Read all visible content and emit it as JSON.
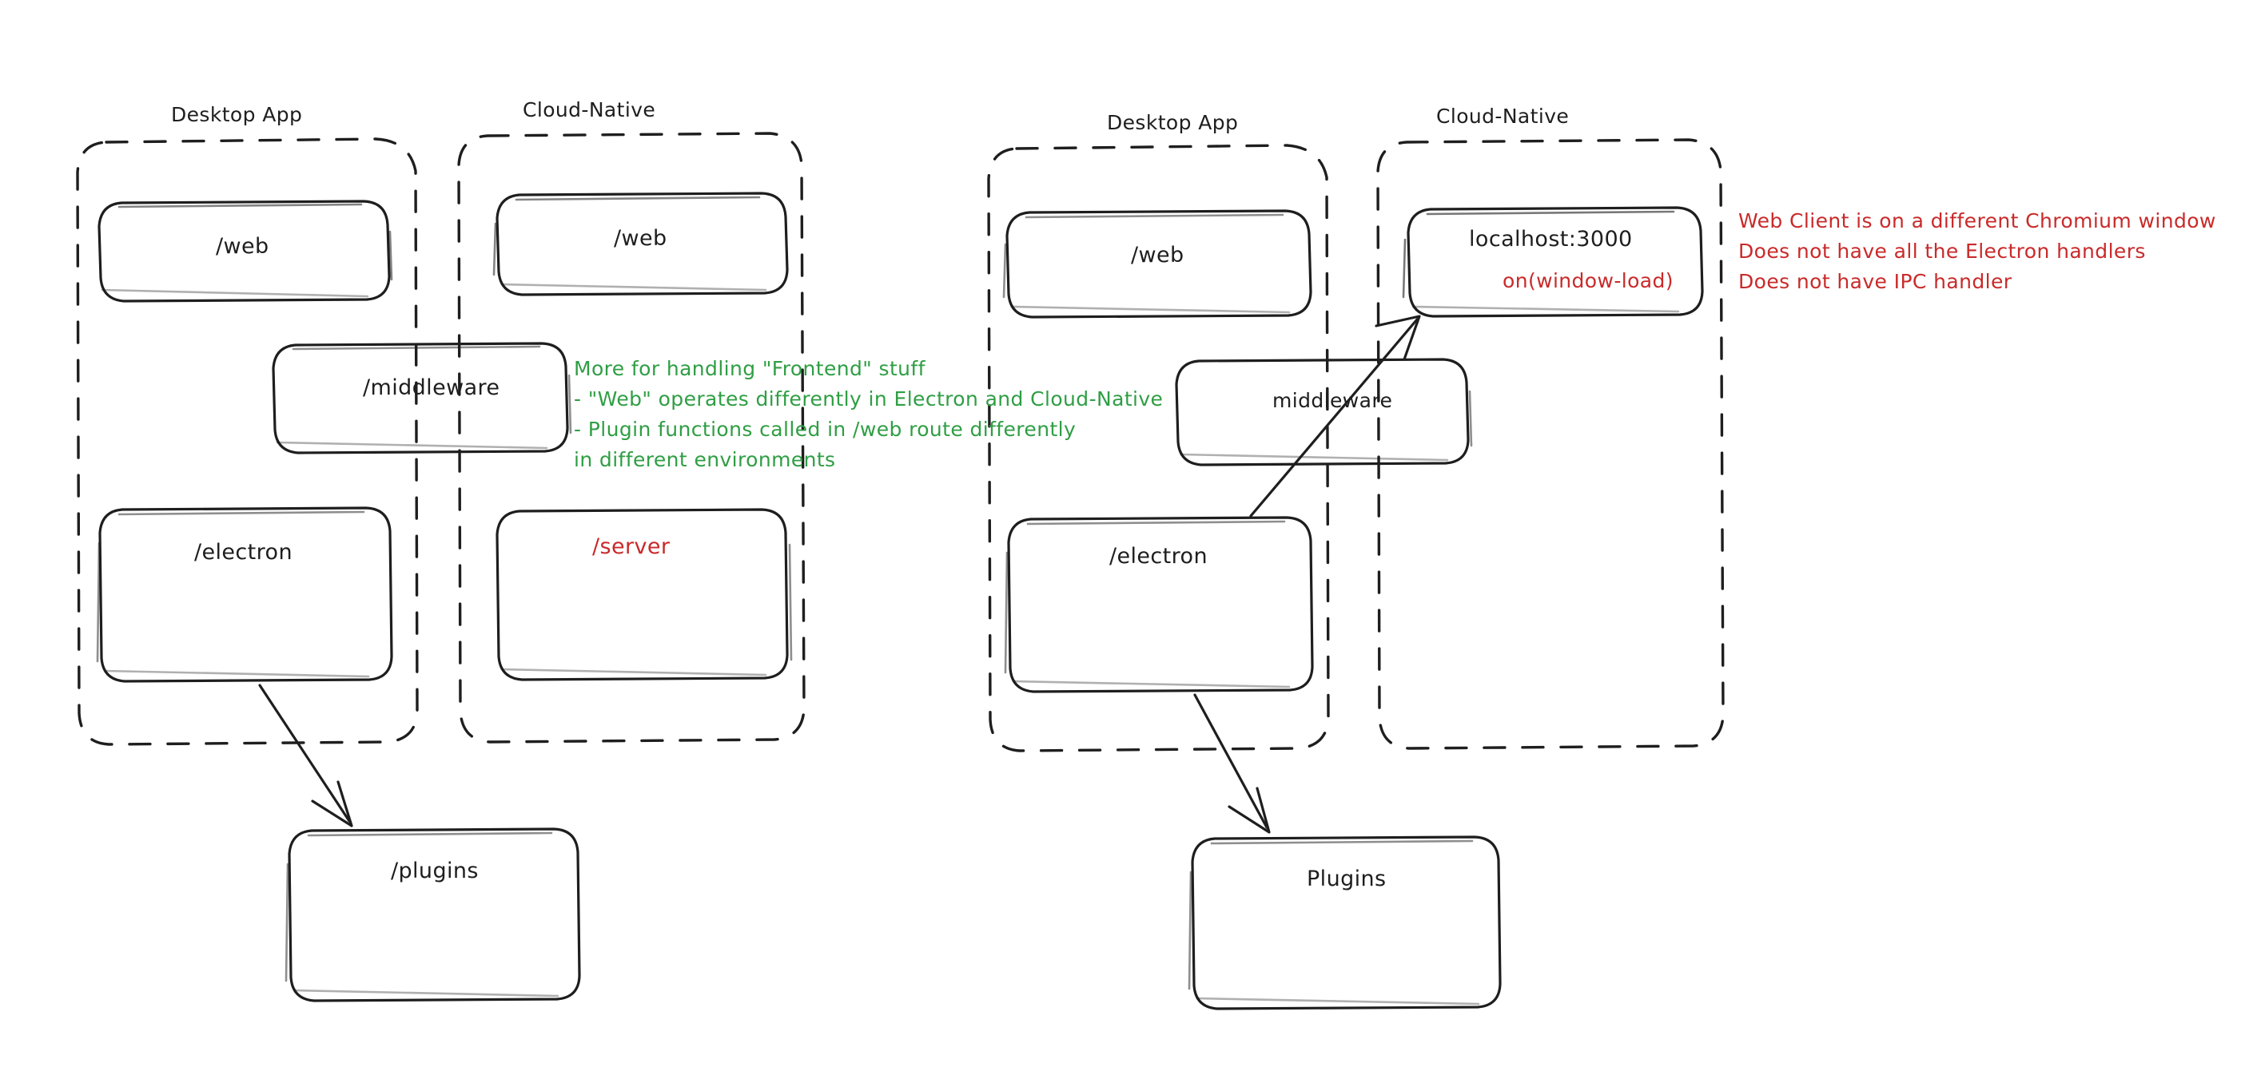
{
  "meta": {
    "title": "Desktop App vs Cloud-Native architecture sketch",
    "style": "hand-drawn whiteboard diagram",
    "background": "#ffffff",
    "ink_color": "#1e1e1e",
    "accent_green": "#2f9e44",
    "accent_red": "#c92a2a"
  },
  "left_diagram": {
    "groups": [
      {
        "id": "left-desktop-app",
        "label": "Desktop App"
      },
      {
        "id": "left-cloud-native",
        "label": "Cloud-Native"
      }
    ],
    "nodes": [
      {
        "id": "l-web-desktop",
        "label": "/web",
        "color": "#1e1e1e",
        "group": "left-desktop-app"
      },
      {
        "id": "l-web-cloud",
        "label": "/web",
        "color": "#1e1e1e",
        "group": "left-cloud-native"
      },
      {
        "id": "l-middleware",
        "label": "/middleware",
        "color": "#1e1e1e",
        "group": "spanning"
      },
      {
        "id": "l-electron",
        "label": "/electron",
        "color": "#1e1e1e",
        "group": "left-desktop-app"
      },
      {
        "id": "l-server",
        "label": "/server",
        "color": "#c92a2a",
        "group": "left-cloud-native"
      },
      {
        "id": "l-plugins",
        "label": "/plugins",
        "color": "#1e1e1e",
        "group": "outside"
      }
    ],
    "edges": [
      {
        "from": "l-electron",
        "to": "l-plugins",
        "arrow": true
      }
    ],
    "annotation": {
      "color": "#2f9e44",
      "lines": [
        "More for handling \"Frontend\" stuff",
        "- \"Web\" operates differently in Electron and Cloud-Native",
        "- Plugin functions called in /web route differently",
        "in different environments"
      ]
    }
  },
  "right_diagram": {
    "groups": [
      {
        "id": "right-desktop-app",
        "label": "Desktop App"
      },
      {
        "id": "right-cloud-native",
        "label": "Cloud-Native"
      }
    ],
    "nodes": [
      {
        "id": "r-web",
        "label": "/web",
        "color": "#1e1e1e",
        "group": "right-desktop-app"
      },
      {
        "id": "r-localhost",
        "label": "localhost:3000",
        "sublabel": "on(window-load)",
        "sublabel_color": "#c92a2a",
        "color": "#1e1e1e",
        "group": "right-cloud-native"
      },
      {
        "id": "r-middleware",
        "label": "middleware",
        "color": "#1e1e1e",
        "group": "spanning"
      },
      {
        "id": "r-electron",
        "label": "/electron",
        "color": "#1e1e1e",
        "group": "right-desktop-app"
      },
      {
        "id": "r-plugins",
        "label": "Plugins",
        "color": "#1e1e1e",
        "group": "outside"
      }
    ],
    "edges": [
      {
        "from": "r-electron",
        "to": "r-plugins",
        "arrow": true
      },
      {
        "from": "r-electron",
        "to": "r-localhost",
        "arrow": true
      }
    ],
    "annotation": {
      "color": "#c92a2a",
      "lines": [
        "Web Client is on a different Chromium window",
        "Does not have all the Electron handlers",
        "Does not have IPC handler"
      ]
    }
  }
}
